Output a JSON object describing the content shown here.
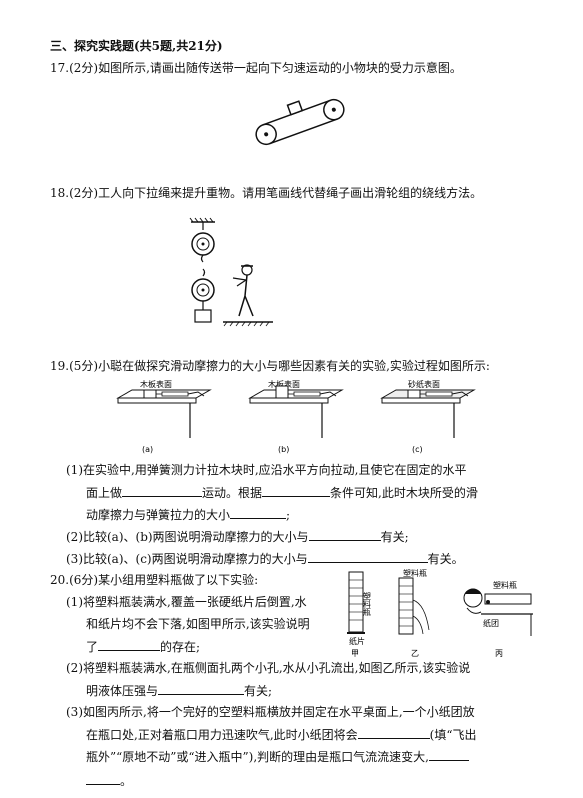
{
  "section": {
    "title": "三、探究实践题(共5题,共21分)"
  },
  "q17": {
    "text": "17.(2分)如图所示,请画出随传送带一起向下匀速运动的小物块的受力示意图。"
  },
  "q18": {
    "text": "18.(2分)工人向下拉绳来提升重物。请用笔画线代替绳子画出滑轮组的绕线方法。"
  },
  "q19": {
    "text": "19.(5分)小聪在做探究滑动摩擦力的大小与哪些因素有关的实验,实验过程如图所示:",
    "figure_labels": [
      "木板表面",
      "木板表面",
      "砂纸表面"
    ],
    "figure_captions": [
      "(a)",
      "(b)",
      "(c)"
    ],
    "p1_l1": "(1)在实验中,用弹簧测力计拉木块时,应沿水平方向拉动,且使它在固定的水平",
    "p1_l2a": "面上做",
    "p1_l2b": "运动。根据",
    "p1_l2c": "条件可知,此时木块所受的滑",
    "p1_l3a": "动摩擦力与弹簧拉力的大小",
    "p1_l3b": ";",
    "p2_a": "(2)比较(a)、(b)两图说明滑动摩擦力的大小与",
    "p2_b": "有关;",
    "p3_a": "(3)比较(a)、(c)两图说明滑动摩擦力的大小与",
    "p3_b": "有关。"
  },
  "q20": {
    "text": "20.(6分)某小组用塑料瓶做了以下实验:",
    "p1_l1": "(1)将塑料瓶装满水,覆盖一张硬纸片后倒置,水",
    "p1_l2": "和纸片均不会下落,如图甲所示,该实验说明",
    "p1_l3a": "了",
    "p1_l3b": "的存在;",
    "fig_bottle_text": "塑料瓶",
    "fig_card_text": "纸片",
    "fig_bottle2_text": "塑料瓶",
    "fig_labels": [
      "甲",
      "乙",
      "丙"
    ],
    "fig_bottle3_text": "塑料瓶",
    "fig_paper_text": "纸团",
    "p2_l1": "(2)将塑料瓶装满水,在瓶侧面扎两个小孔,水从小孔流出,如图乙所示,该实验说",
    "p2_l2a": "明液体压强与",
    "p2_l2b": "有关;",
    "p3_l1": "(3)如图丙所示,将一个完好的空塑料瓶横放并固定在水平桌面上,一个小纸团放",
    "p3_l2a": "在瓶口处,正对着瓶口用力迅速吹气,此时小纸团将会",
    "p3_l2b": "(填“飞出",
    "p3_l3a": "瓶外”“原地不动”或“进入瓶中”),判断的理由是瓶口气流流速变大,",
    "p3_l4": "。"
  }
}
